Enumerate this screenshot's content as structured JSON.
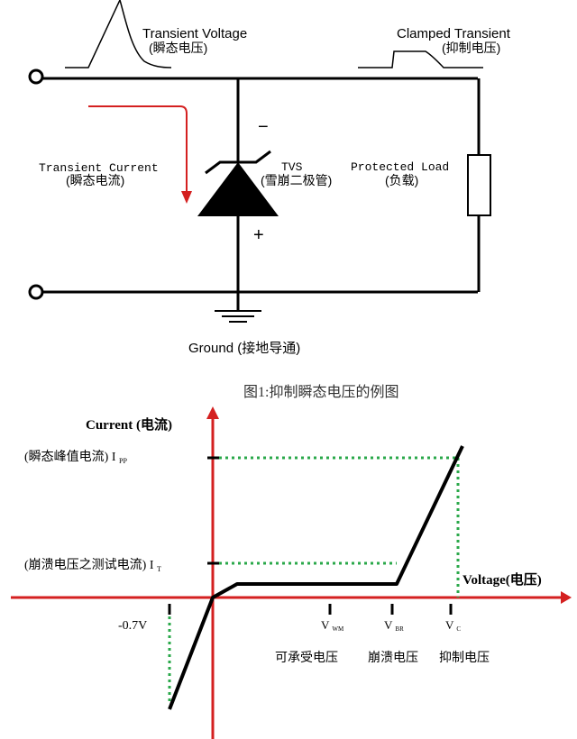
{
  "circuit": {
    "transient_voltage_title": "Transient Voltage",
    "transient_voltage_cn": "(瞬态电压)",
    "clamped_transient_title": "Clamped Transient",
    "clamped_transient_cn": "(抑制电压)",
    "transient_current_title": "Transient Current",
    "transient_current_cn": "(瞬态电流)",
    "tvs_title": "TVS",
    "tvs_cn": "(雪崩二极管)",
    "protected_load_title": "Protected Load",
    "protected_load_cn": "(负载)",
    "minus_sign": "−",
    "plus_sign": "+",
    "ground_label": "Ground (接地导通)"
  },
  "figure_caption": "图1:抑制瞬态电压的例图",
  "iv_chart": {
    "y_axis_label": "Current (电流)",
    "x_axis_label": "Voltage(电压)",
    "ipp_label": "(瞬态峰值电流)",
    "ipp_symbol": "I",
    "ipp_subscript": "PP",
    "it_label": "(崩溃电压之测试电流)",
    "it_symbol": "I",
    "it_subscript": "T",
    "neg_voltage_label": "-0.7V",
    "vwm_symbol": "V",
    "vwm_subscript": "WM",
    "vbr_symbol": "V",
    "vbr_subscript": "BR",
    "vc_symbol": "V",
    "vc_subscript": "C",
    "vwm_cn": "可承受电压",
    "vbr_cn": "崩溃电压",
    "vc_cn": "抑制电压"
  },
  "colors": {
    "line": "#000000",
    "axis": "#d42020",
    "arrow": "#d42020",
    "dotted": "#2aa84a"
  }
}
